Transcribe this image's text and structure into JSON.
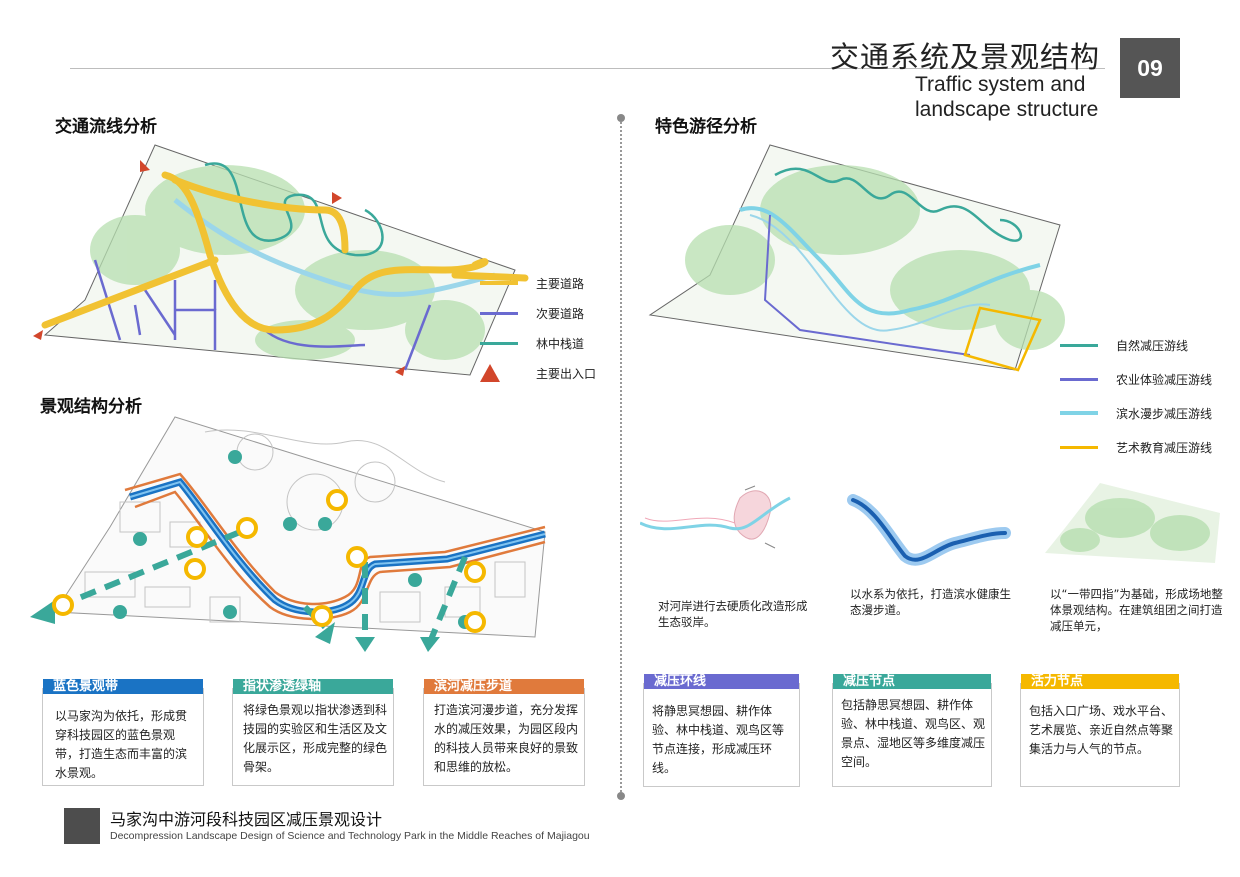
{
  "header": {
    "title_cn": "交通系统及景观结构",
    "title_en_line1": "Traffic system and",
    "title_en_line2": "landscape structure",
    "page_number": "09"
  },
  "traffic": {
    "title": "交通流线分析",
    "legend": [
      {
        "label": "主要道路",
        "color": "#f1c232"
      },
      {
        "label": "次要道路",
        "color": "#6a6ad0"
      },
      {
        "label": "林中栈道",
        "color": "#3aa89a"
      },
      {
        "label": "主要出入口",
        "color": "#d2462b"
      }
    ]
  },
  "structure": {
    "title": "景观结构分析",
    "cards": [
      {
        "head": "蓝色景观带",
        "color": "#1a73c4",
        "text": "以马家沟为依托，形成贯穿科技园区的蓝色景观带，打造生态而丰富的滨水景观。"
      },
      {
        "head": "指状渗透绿轴",
        "color": "#3aa89a",
        "text": "将绿色景观以指状渗透到科技园的实验区和生活区及文化展示区，形成完整的绿色骨架。"
      },
      {
        "head": "滨河减压步道",
        "color": "#e07a3c",
        "text": "打造滨河漫步道，充分发挥水的减压效果，为园区段内的科技人员带来良好的景致和思维的放松。"
      }
    ]
  },
  "route": {
    "title": "特色游径分析",
    "legend": [
      {
        "label": "自然减压游线",
        "color": "#3aa89a"
      },
      {
        "label": "农业体验减压游线",
        "color": "#6a6ad0"
      },
      {
        "label": "滨水漫步减压游线",
        "color": "#7fd3e6"
      },
      {
        "label": "艺术教育减压游线",
        "color": "#f1c232"
      }
    ],
    "captions": [
      "对河岸进行去硬质化改造形成生态驳岸。",
      "以水系为依托，打造滨水健康生态漫步道。",
      "以“一带四指”为基础，形成场地整体景观结构。在建筑组团之间打造减压单元，"
    ],
    "cards": [
      {
        "head": "减压环线",
        "color": "#6a6ad0",
        "text": "将静思冥想园、耕作体验、林中栈道、观鸟区等节点连接，形成减压环线。"
      },
      {
        "head": "减压节点",
        "color": "#3aa89a",
        "text": "包括静思冥想园、耕作体验、林中栈道、观鸟区、观景点、湿地区等多维度减压空间。"
      },
      {
        "head": "活力节点",
        "color": "#f5b800",
        "text": "包括入口广场、戏水平台、艺术展览、亲近自然点等聚集活力与人气的节点。"
      }
    ]
  },
  "footer": {
    "title_cn": "马家沟中游河段科技园区减压景观设计",
    "title_en": "Decompression Landscape Design of Science and Technology Park in the Middle Reaches of Majiagou"
  }
}
